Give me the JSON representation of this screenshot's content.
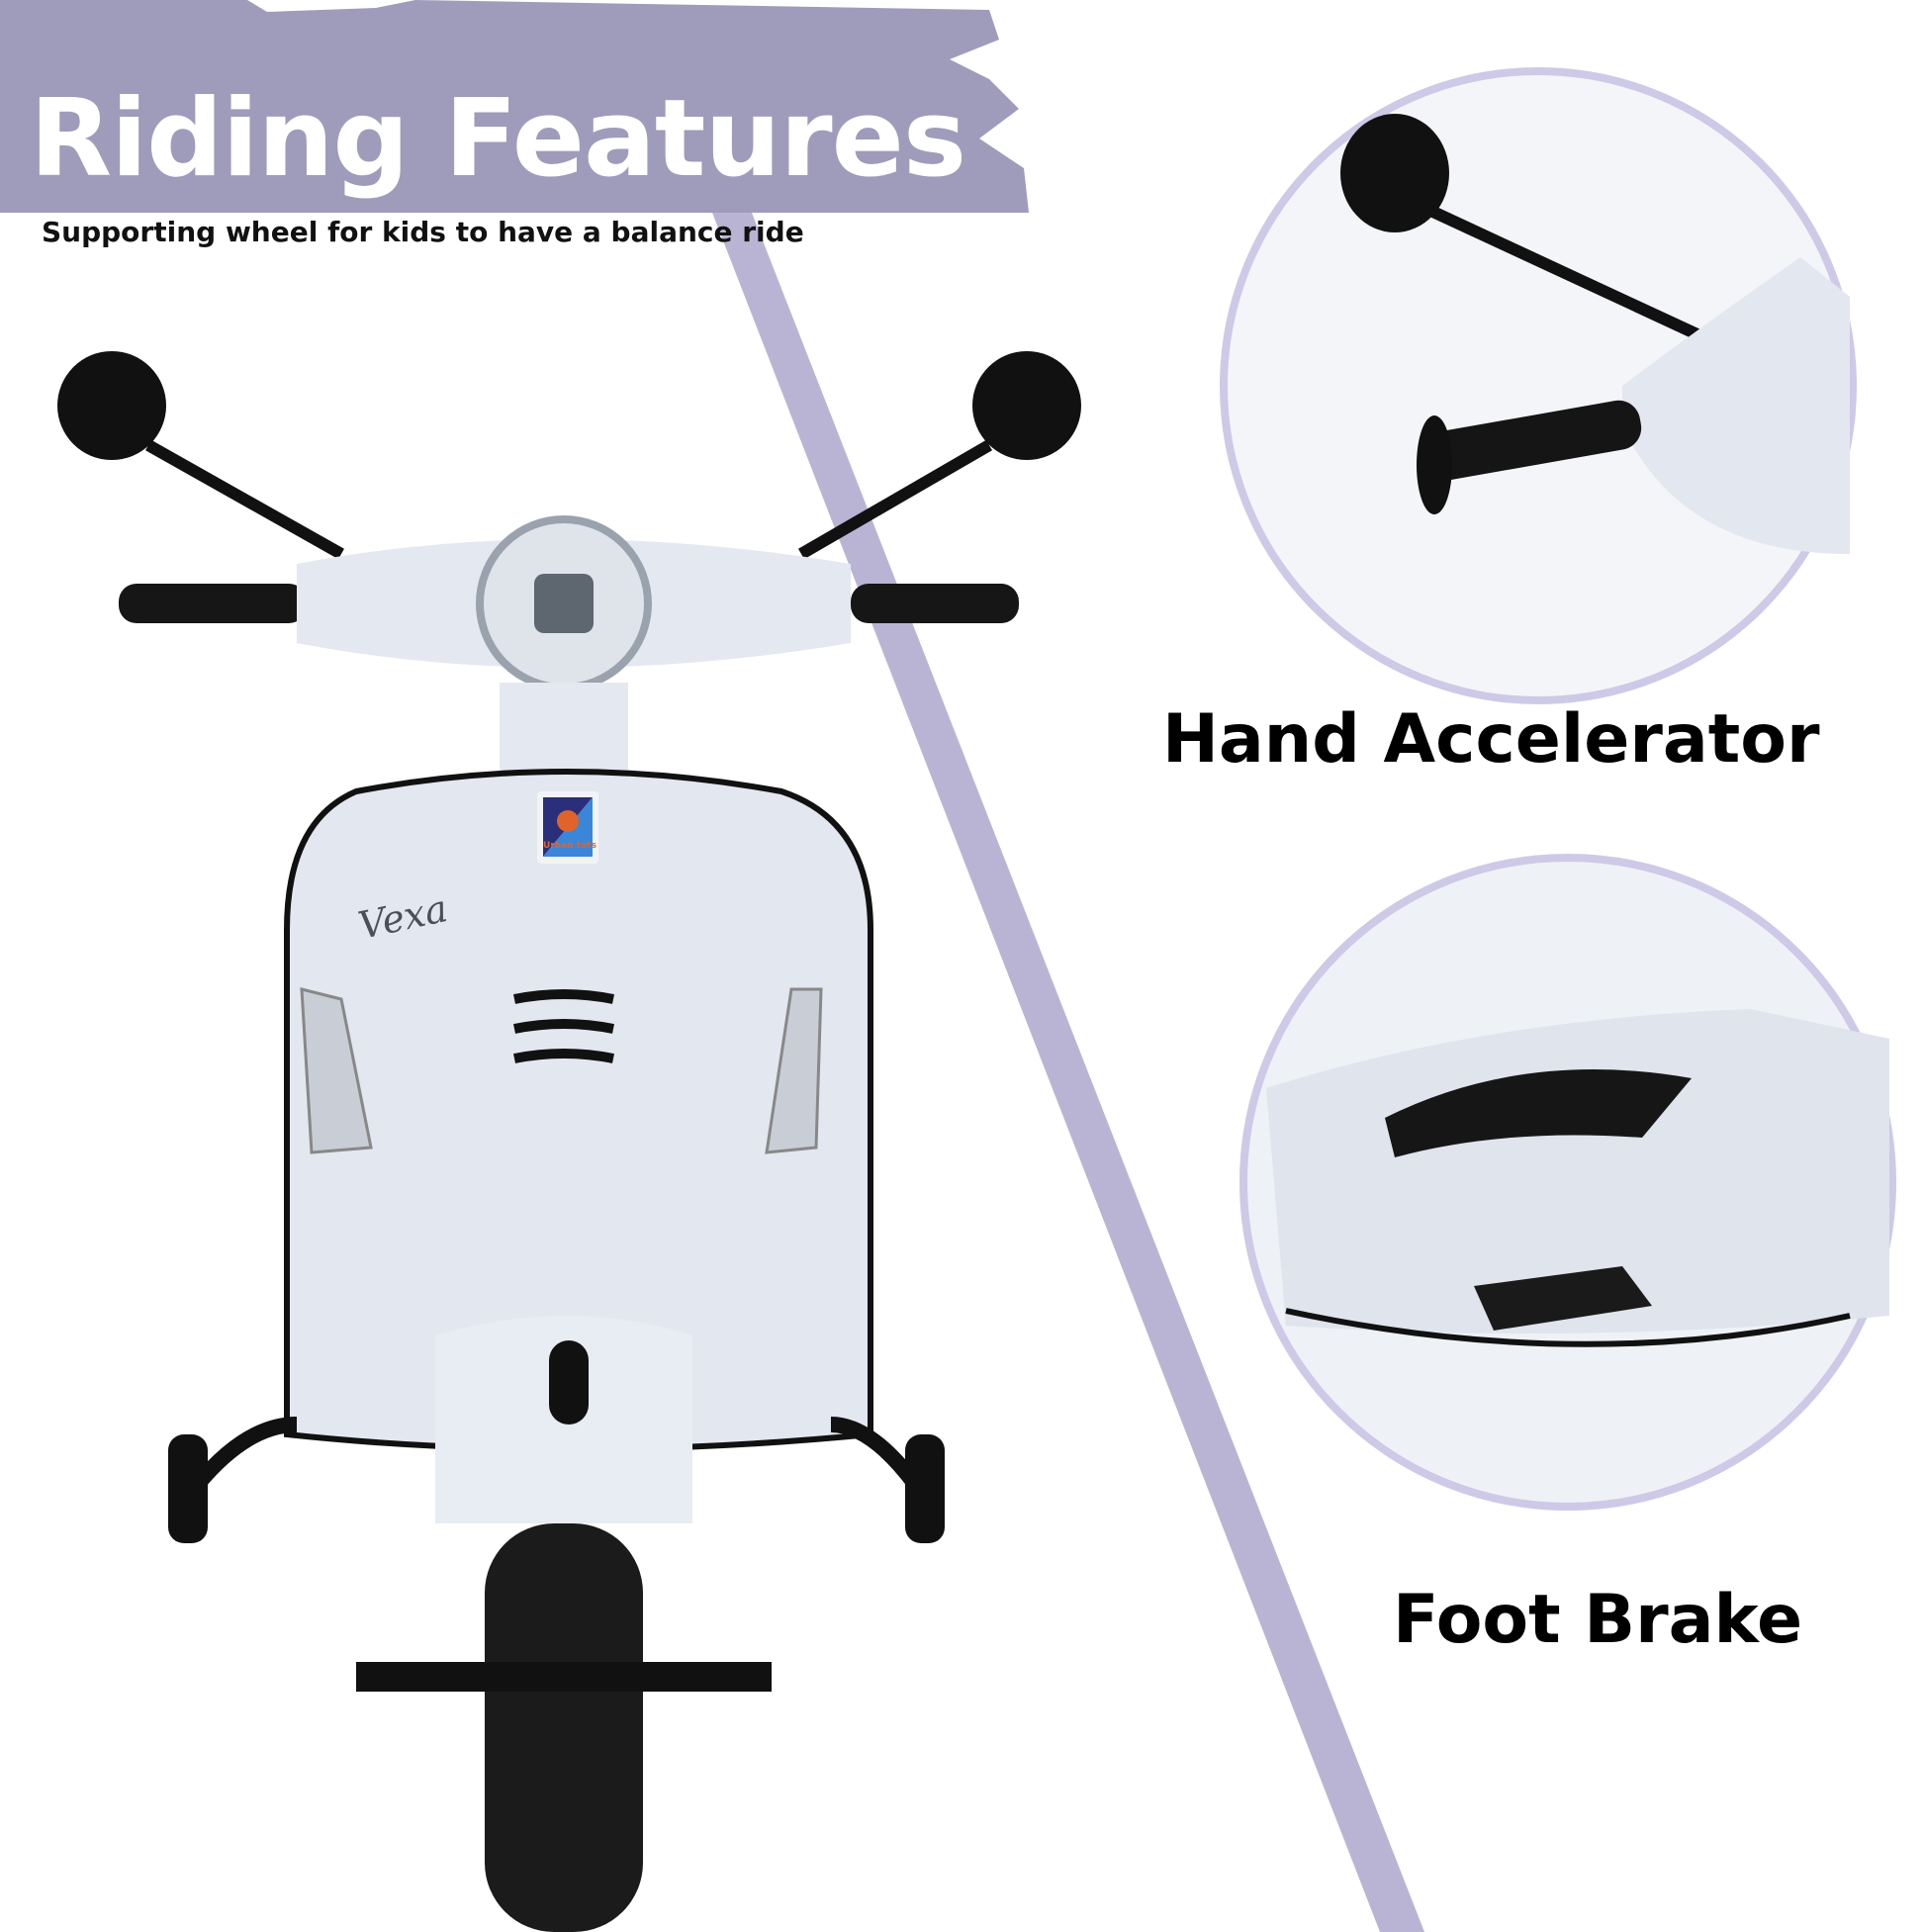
{
  "header": {
    "title": "Riding Features",
    "subtitle": "Supporting wheel for kids to have a balance ride"
  },
  "features": [
    {
      "label": "Hand Accelerator"
    },
    {
      "label": "Foot Brake"
    }
  ],
  "product": {
    "brand_logo_text": "Vexa",
    "badge_logo_text": "Urban tots"
  },
  "colors": {
    "banner": "#9f9bba",
    "stripe": "#bab4d4",
    "circle_border": "#cdc9e6",
    "scooter_body": "#e6eaf2",
    "text_dark": "#000000"
  }
}
